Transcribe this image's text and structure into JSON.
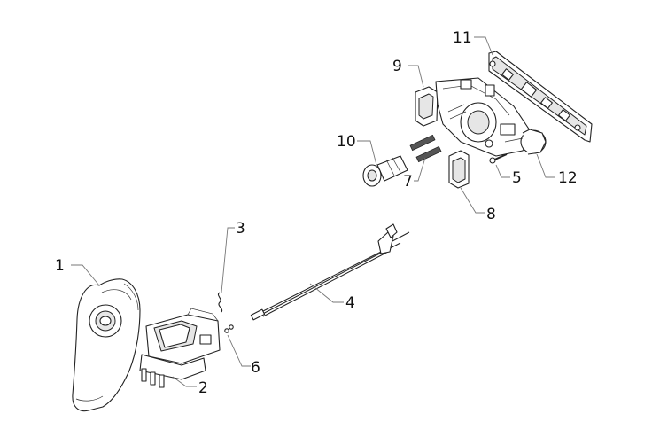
{
  "callouts": [
    {
      "id": "1",
      "text": "1"
    },
    {
      "id": "2",
      "text": "2"
    },
    {
      "id": "3",
      "text": "3"
    },
    {
      "id": "4",
      "text": "4"
    },
    {
      "id": "5",
      "text": "5"
    },
    {
      "id": "6",
      "text": "6"
    },
    {
      "id": "7",
      "text": "7"
    },
    {
      "id": "8",
      "text": "8"
    },
    {
      "id": "9",
      "text": "9"
    },
    {
      "id": "10",
      "text": "10"
    },
    {
      "id": "11",
      "text": "11"
    },
    {
      "id": "12",
      "text": "12"
    }
  ],
  "colors": {
    "line": "#777777",
    "stroke": "#222222",
    "label": "#111111"
  }
}
